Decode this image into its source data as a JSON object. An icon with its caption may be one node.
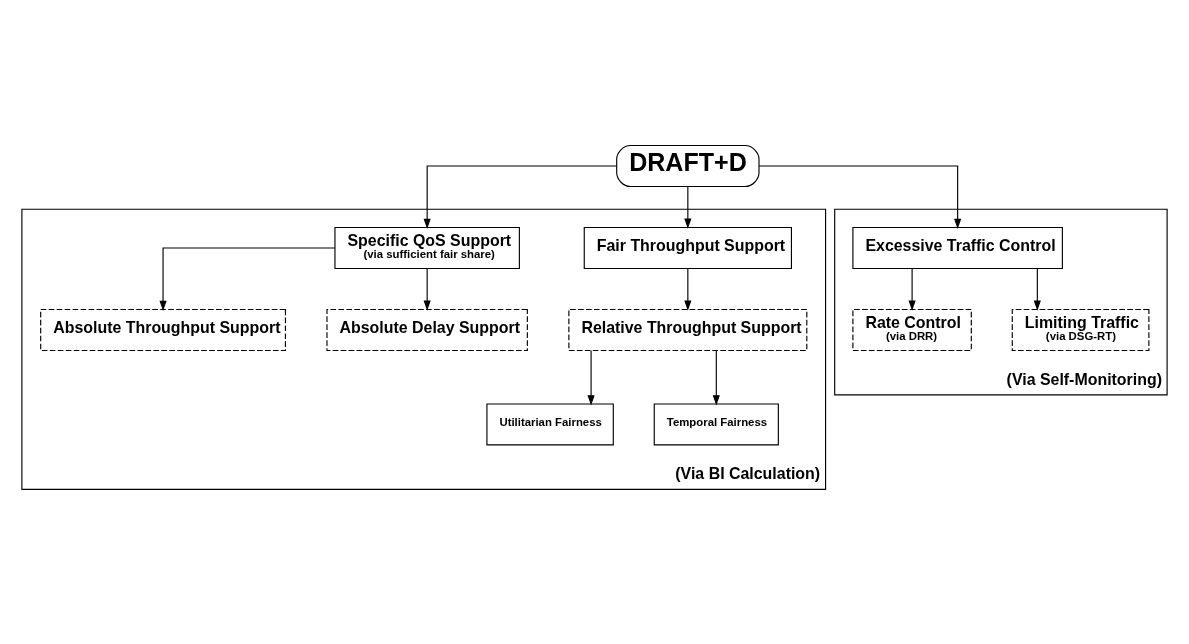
{
  "diagram": {
    "nodes": [
      {
        "text": [
          "DRAFT+D"
        ]
      },
      {
        "text": [
          "(Via BI Calculation)"
        ]
      },
      {
        "text": [
          "Fair Throughput Support"
        ],
        "in": 1
      },
      {
        "text": [
          "Relative Throughput Support"
        ],
        "in": 1
      },
      {
        "text": [
          "Utilitarian Fairness"
        ],
        "in": 1
      },
      {
        "text": [
          "Temporal Fairness"
        ],
        "in": 1
      },
      {
        "text": [
          "Specific QoS Support",
          "(via sufficient fair share)"
        ],
        "in": 1
      },
      {
        "text": [
          "Absolute Throughput Support"
        ],
        "in": 1
      },
      {
        "text": [
          "Absolute Delay Support"
        ],
        "in": 1
      },
      {
        "text": [
          "(Via Self-Monitoring)"
        ]
      },
      {
        "text": [
          "Excessive Traffic Control"
        ],
        "in": 9
      },
      {
        "text": [
          "Rate Control",
          "(via DRR)"
        ],
        "in": 9
      },
      {
        "text": [
          "Limiting Traffic",
          "(via DSG-RT)"
        ],
        "in": 9
      }
    ],
    "edges": [
      {
        "from": 0,
        "to": 2,
        "arrow": "to"
      },
      {
        "from": 0,
        "to": 6,
        "arrow": "to"
      },
      {
        "from": 0,
        "to": 10,
        "arrow": "to"
      },
      {
        "from": 2,
        "to": 3,
        "arrow": "to"
      },
      {
        "from": 3,
        "to": 4,
        "arrow": "to"
      },
      {
        "from": 3,
        "to": 5,
        "arrow": "to"
      },
      {
        "from": 6,
        "to": 7,
        "arrow": "to"
      },
      {
        "from": 6,
        "to": 8,
        "arrow": "to"
      },
      {
        "from": 10,
        "to": 11,
        "arrow": "to"
      },
      {
        "from": 10,
        "to": 12,
        "arrow": "to"
      }
    ]
  }
}
